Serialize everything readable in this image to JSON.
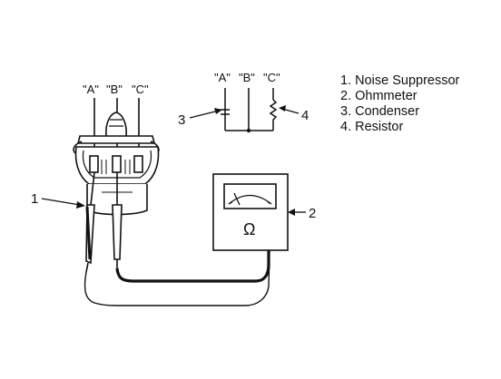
{
  "terminals": {
    "a": "\"A\"",
    "b": "\"B\"",
    "c": "\"C\""
  },
  "callouts": {
    "n1": "1",
    "n2": "2",
    "n3": "3",
    "n4": "4"
  },
  "meter_symbol": "Ω",
  "legend": [
    "1.  Noise Suppressor",
    "2.  Ohmmeter",
    "3.  Condenser",
    "4.  Resistor"
  ]
}
